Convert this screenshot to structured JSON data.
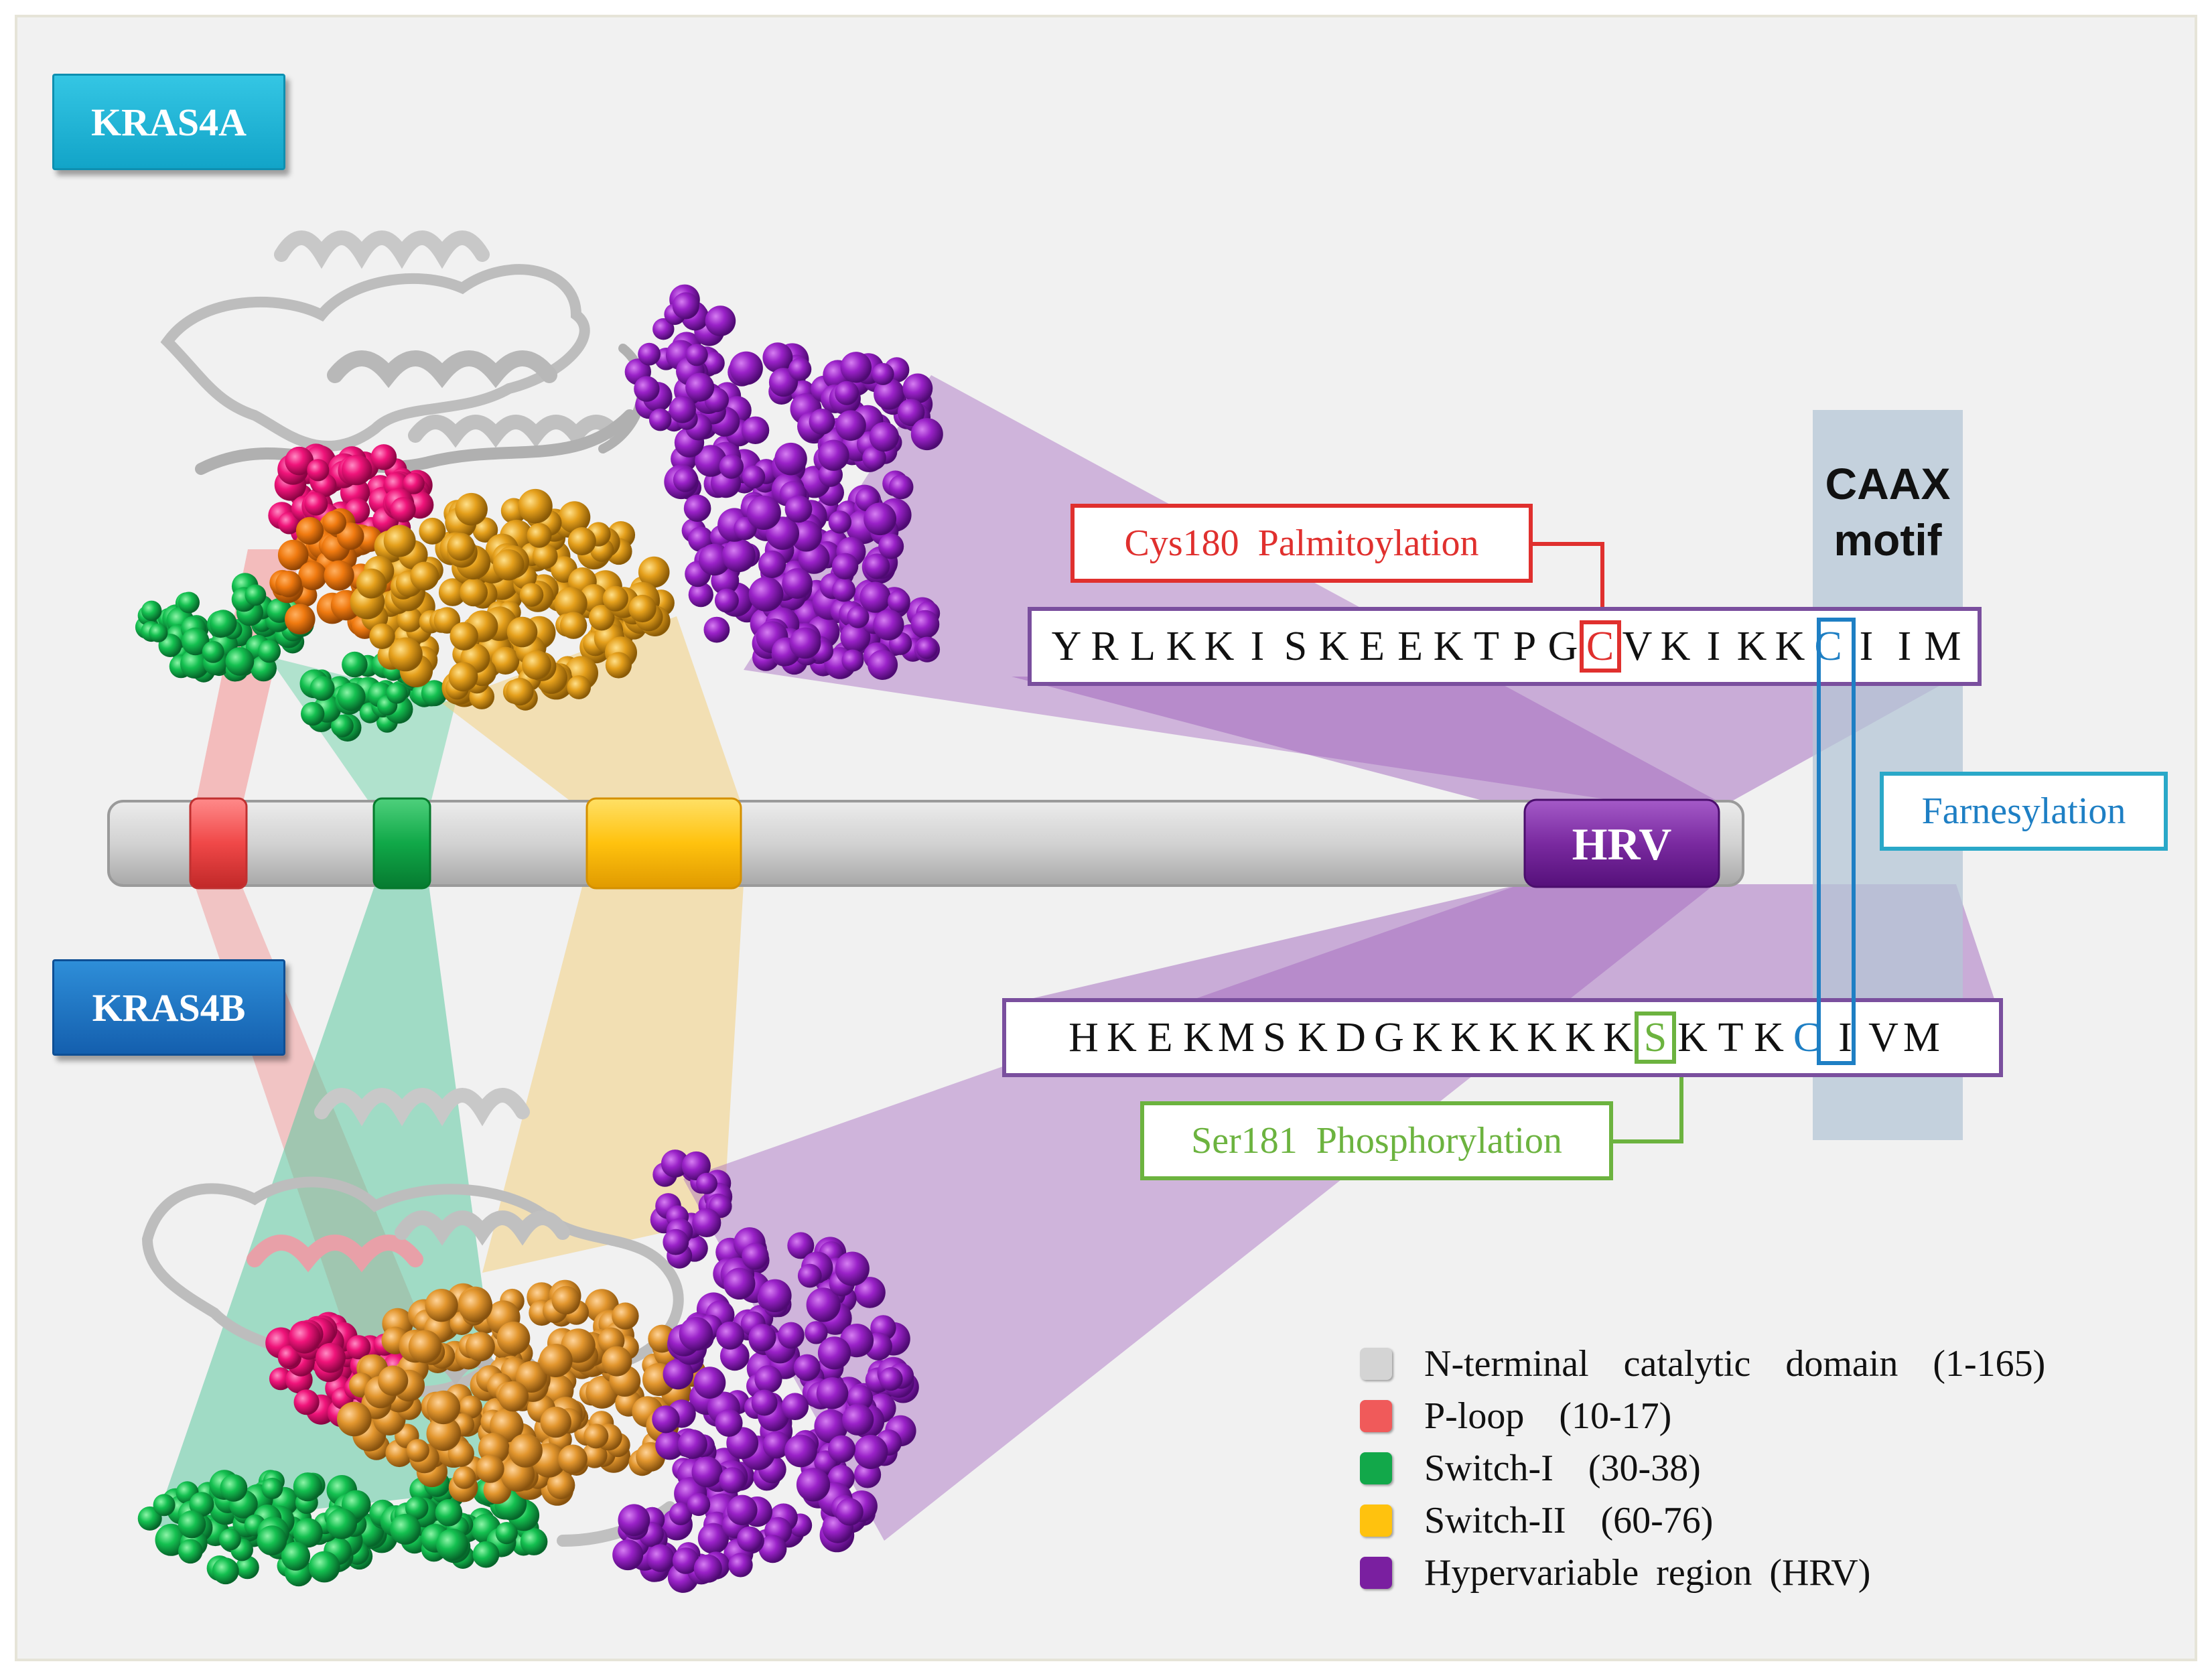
{
  "labels": {
    "kras4a": "KRAS4A",
    "kras4b": "KRAS4B",
    "hrv": "HRV",
    "caax_line1": "CAAX",
    "caax_line2": "motif",
    "palmitoylation": "Cys180  Palmitoylation",
    "phosphorylation": "Ser181  Phosphorylation",
    "farnesylation": "Farnesylation"
  },
  "sequences": {
    "kras4a": [
      "Y",
      "R",
      "L",
      "K",
      "K",
      "I",
      "S",
      "K",
      "E",
      "E",
      "K",
      "T",
      "P",
      "G",
      "C",
      "V",
      "K",
      "I",
      "K",
      "K",
      "C",
      "I",
      "I",
      "M"
    ],
    "kras4b": [
      "H",
      "K",
      "E",
      "K",
      "M",
      "S",
      "K",
      "D",
      "G",
      "K",
      "K",
      "K",
      "K",
      "K",
      "K",
      "S",
      "K",
      "T",
      "K",
      "C",
      "I",
      "V",
      "M"
    ]
  },
  "legend": [
    {
      "label": "N-terminal  catalytic  domain  (1-165)",
      "color": "#d4d4d4"
    },
    {
      "label": "P-loop  (10-17)",
      "color": "#f05a5a"
    },
    {
      "label": "Switch-I  (30-38)",
      "color": "#12a84a"
    },
    {
      "label": "Switch-II  (60-76)",
      "color": "#ffc20e"
    },
    {
      "label": "Hypervariable region (HRV)",
      "color": "#7a1fa0"
    }
  ],
  "colors": {
    "palm_red": "#e0302e",
    "farn_blue": "#1e7fc4",
    "phos_green": "#6cb33f",
    "hrv_purple": "#7a2a9e",
    "pink": "#f0147a",
    "orange": "#e8a020"
  }
}
